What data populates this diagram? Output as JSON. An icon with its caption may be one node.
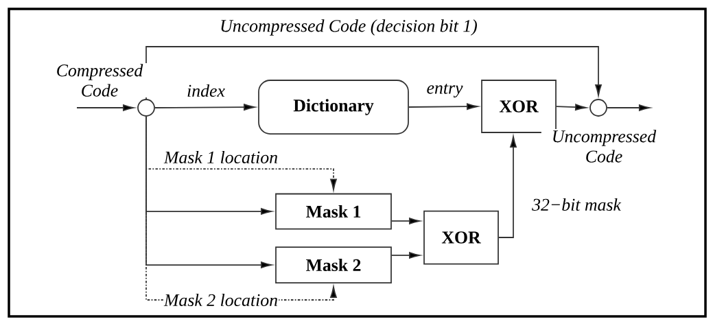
{
  "diagram": {
    "nodes": [
      {
        "text": [],
        "shape": "circle"
      },
      {
        "text": [
          "Dictionary"
        ]
      },
      {
        "text": [
          "XOR"
        ]
      },
      {
        "text": [],
        "shape": "circle"
      },
      {
        "text": [
          "Mask 1"
        ]
      },
      {
        "text": [
          "Mask 2"
        ]
      },
      {
        "text": [
          "XOR"
        ]
      }
    ],
    "edges": [
      {
        "from": null,
        "to": 0,
        "arrow": "to",
        "label": "Compressed Code"
      },
      {
        "from": 0,
        "to": 1,
        "arrow": "to",
        "label": "index"
      },
      {
        "from": 1,
        "to": 2,
        "arrow": "to",
        "label": "entry"
      },
      {
        "from": 2,
        "to": 3,
        "arrow": "to"
      },
      {
        "from": 3,
        "to": null,
        "arrow": "to",
        "label": "Uncompressed Code"
      },
      {
        "from": 0,
        "to": 3,
        "arrow": "to",
        "label": "Uncompressed Code (decision bit 1)"
      },
      {
        "from": 0,
        "to": 4,
        "arrow": "to",
        "style": "dashed",
        "label": "Mask 1 location"
      },
      {
        "from": 0,
        "to": 4,
        "arrow": "to"
      },
      {
        "from": 0,
        "to": 5,
        "arrow": "to"
      },
      {
        "from": 0,
        "to": 5,
        "arrow": "to",
        "style": "dashed",
        "label": "Mask 2 location"
      },
      {
        "from": 4,
        "to": 6,
        "arrow": "to"
      },
      {
        "from": 5,
        "to": 6,
        "arrow": "to"
      },
      {
        "from": 6,
        "to": 2,
        "arrow": "to",
        "label": "32−bit mask"
      }
    ]
  }
}
